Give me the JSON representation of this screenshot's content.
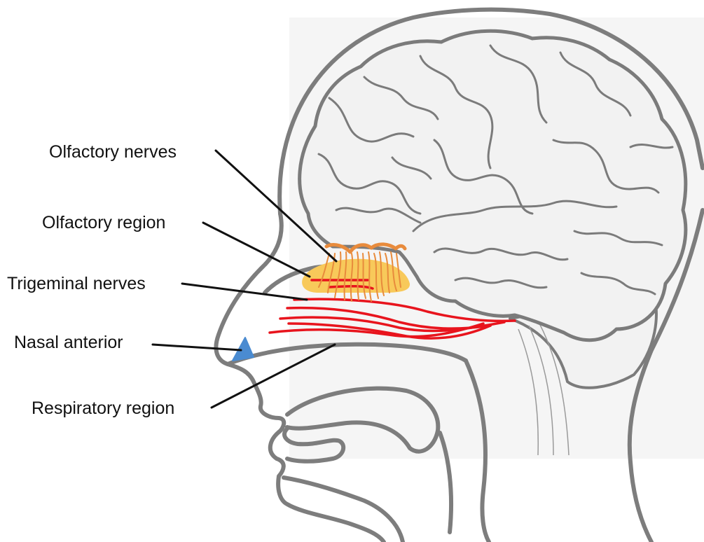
{
  "labels": {
    "olfactory_nerves": "Olfactory nerves",
    "olfactory_region": "Olfactory region",
    "trigeminal_nerves": "Trigeminal nerves",
    "nasal_anterior": "Nasal anterior",
    "respiratory_region": "Respiratory region"
  },
  "colors": {
    "olfactory_region": "#f8c95a",
    "olfactory_nerves": "#e88b3c",
    "trigeminal_nerves": "#e8141d",
    "nasal_anterior": "#4a8bd1",
    "outline": "#7d7d7d",
    "brain_fill": "#f2f2f2",
    "background_panel": "#f5f5f5"
  }
}
